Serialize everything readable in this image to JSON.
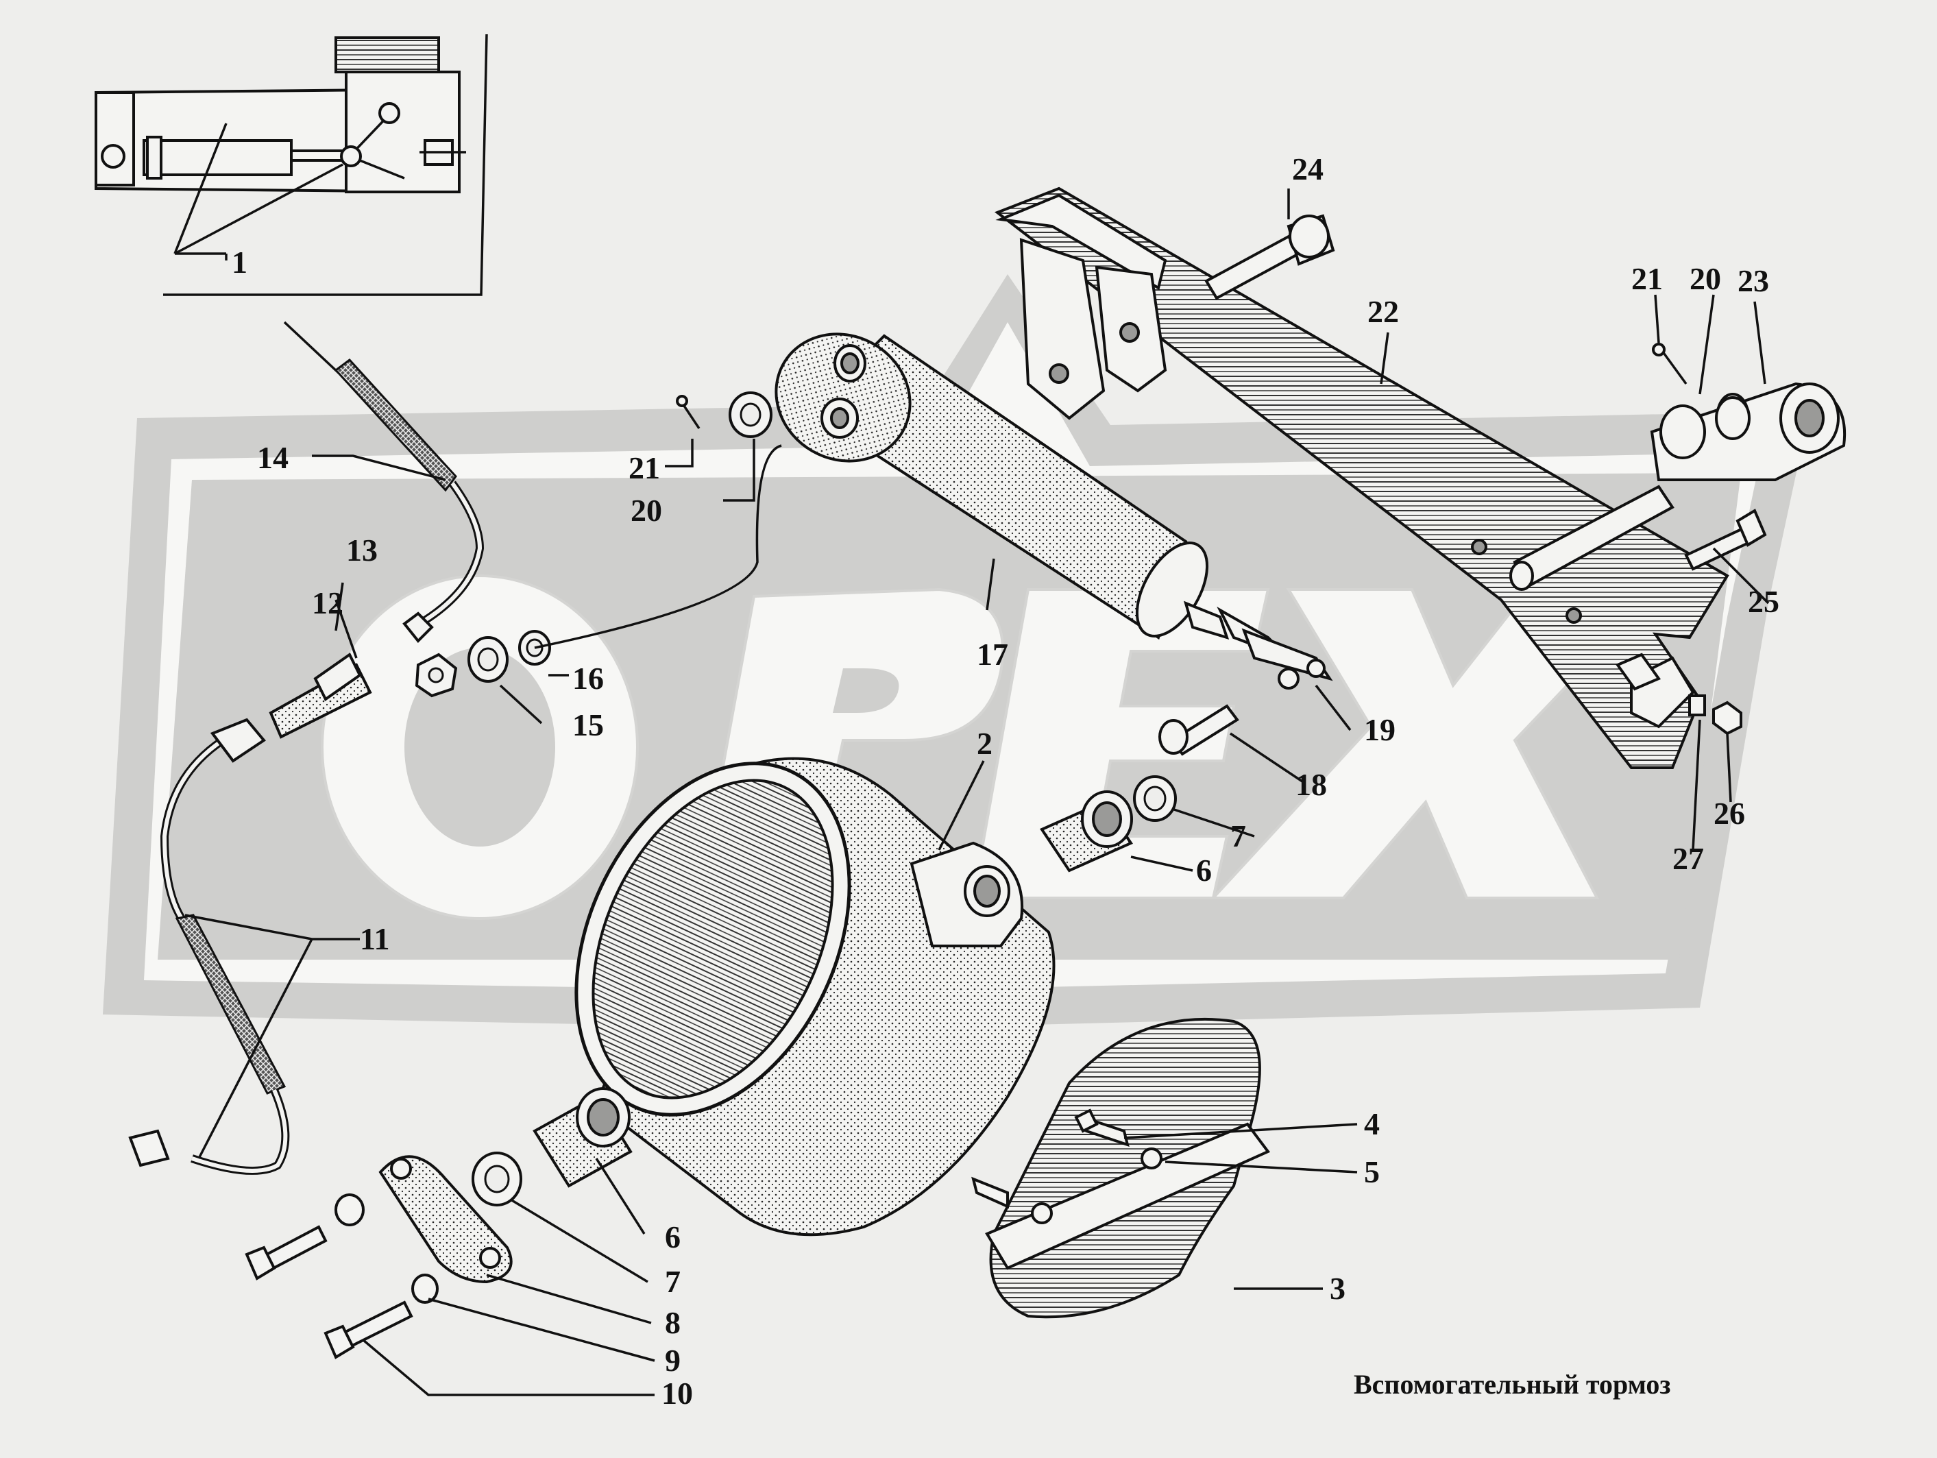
{
  "diagram": {
    "watermark": "OPEX",
    "caption": "Вспомогательный тормоз",
    "callouts": [
      {
        "id": "c1",
        "text": "1"
      },
      {
        "id": "c2",
        "text": "2"
      },
      {
        "id": "c3",
        "text": "3"
      },
      {
        "id": "c4",
        "text": "4"
      },
      {
        "id": "c5",
        "text": "5"
      },
      {
        "id": "c6a",
        "text": "6"
      },
      {
        "id": "c6b",
        "text": "6"
      },
      {
        "id": "c7a",
        "text": "7"
      },
      {
        "id": "c7b",
        "text": "7"
      },
      {
        "id": "c8",
        "text": "8"
      },
      {
        "id": "c9",
        "text": "9"
      },
      {
        "id": "c10",
        "text": "10"
      },
      {
        "id": "c11",
        "text": "11"
      },
      {
        "id": "c12",
        "text": "12"
      },
      {
        "id": "c13",
        "text": "13"
      },
      {
        "id": "c14",
        "text": "14"
      },
      {
        "id": "c15",
        "text": "15"
      },
      {
        "id": "c16",
        "text": "16"
      },
      {
        "id": "c17",
        "text": "17"
      },
      {
        "id": "c18",
        "text": "18"
      },
      {
        "id": "c19",
        "text": "19"
      },
      {
        "id": "c20a",
        "text": "20"
      },
      {
        "id": "c20b",
        "text": "20"
      },
      {
        "id": "c21a",
        "text": "21"
      },
      {
        "id": "c21b",
        "text": "21"
      },
      {
        "id": "c22",
        "text": "22"
      },
      {
        "id": "c23",
        "text": "23"
      },
      {
        "id": "c24",
        "text": "24"
      },
      {
        "id": "c25",
        "text": "25"
      },
      {
        "id": "c26",
        "text": "26"
      },
      {
        "id": "c27",
        "text": "27"
      }
    ]
  }
}
